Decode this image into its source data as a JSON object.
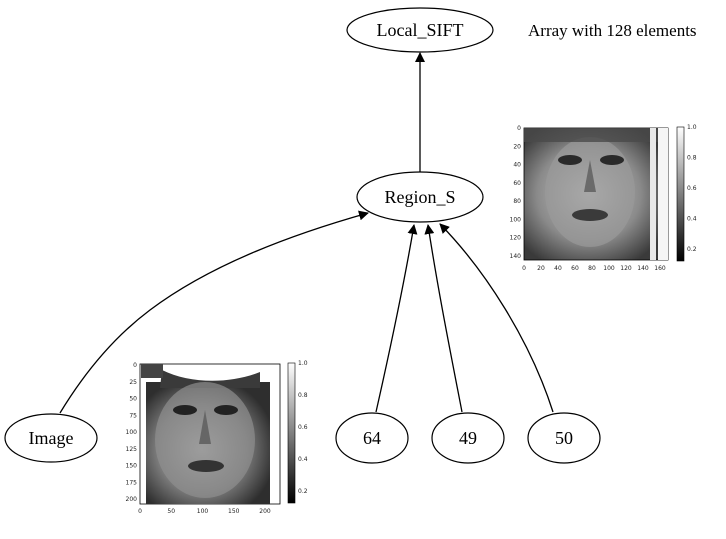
{
  "nodes": {
    "local_sift": "Local_SIFT",
    "region_s": "Region_S",
    "image": "Image",
    "n64": "64",
    "n49": "49",
    "n50": "50"
  },
  "annotation": "Array with 128 elements",
  "region_plot": {
    "x_ticks": [
      "0",
      "20",
      "40",
      "60",
      "80",
      "100",
      "120",
      "140",
      "160"
    ],
    "y_ticks": [
      "0",
      "20",
      "40",
      "60",
      "80",
      "100",
      "120",
      "140"
    ],
    "colorbar_ticks": [
      "1.0",
      "0.8",
      "0.6",
      "0.4",
      "0.2"
    ]
  },
  "image_plot": {
    "x_ticks": [
      "0",
      "50",
      "100",
      "150",
      "200"
    ],
    "y_ticks": [
      "0",
      "25",
      "50",
      "75",
      "100",
      "125",
      "150",
      "175",
      "200"
    ],
    "colorbar_ticks": [
      "1.0",
      "0.8",
      "0.6",
      "0.4",
      "0.2"
    ]
  }
}
